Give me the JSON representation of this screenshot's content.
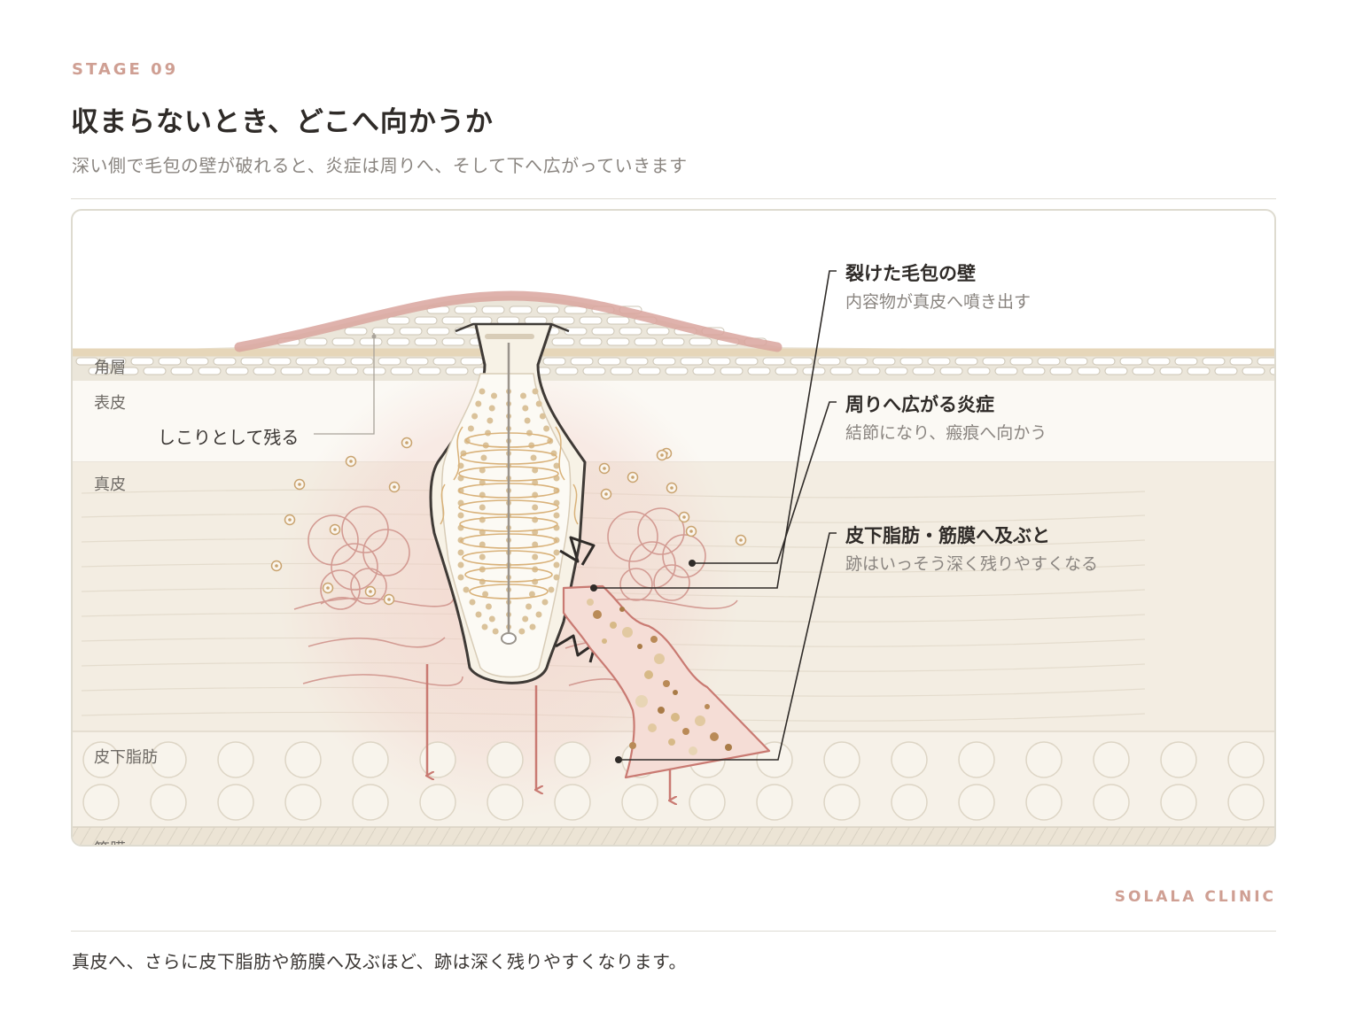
{
  "header": {
    "stage": "STAGE 09",
    "title": "収まらないとき、どこへ向かうか",
    "subtitle": "深い側で毛包の壁が破れると、炎症は周りへ、そして下へ広がっていきます"
  },
  "diagram": {
    "layers": {
      "stratum_corneum": "角層",
      "epidermis": "表皮",
      "dermis": "真皮",
      "subcutaneous_fat": "皮下脂肪",
      "fascia": "筋膜"
    },
    "lump_label": "しこりとして残る",
    "callouts": [
      {
        "title": "裂けた毛包の壁",
        "desc": "内容物が真皮へ噴き出す"
      },
      {
        "title": "周りへ広がる炎症",
        "desc": "結節になり、瘢痕へ向かう"
      },
      {
        "title": "皮下脂肪・筋膜へ及ぶと",
        "desc": "跡はいっそう深く残りやすくなる"
      }
    ]
  },
  "brand": "SOLALA CLINIC",
  "footer": "真皮へ、さらに皮下脂肪や筋膜へ及ぶほど、跡は深く残りやすくなります。",
  "colors": {
    "accent": "#cf9f93",
    "inflammation": "#c97a72",
    "sebum": "#d9bb8a",
    "skin": "#f3ede2"
  }
}
